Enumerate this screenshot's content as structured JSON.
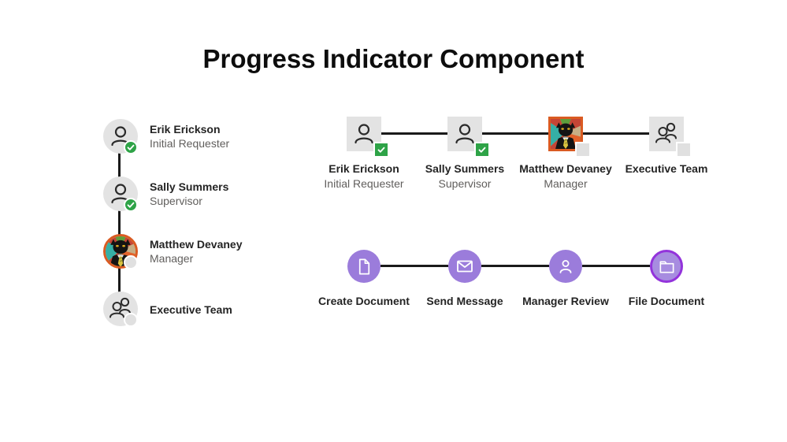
{
  "title": "Progress Indicator Component",
  "colors": {
    "accent_purple": "#9B7CDB",
    "accent_purple_ring": "#9333DB",
    "success_green": "#2EA347",
    "avatar_gray": "#E3E3E3",
    "badge_gray": "#E0E0E0",
    "connector_black": "#1A1A1A",
    "name_text": "#242424",
    "role_text": "#605E5C",
    "photo_border_orange": "#DA5B22"
  },
  "vertical_indicator": {
    "steps": [
      {
        "name": "Erik Erickson",
        "role": "Initial Requester",
        "status": "completed",
        "avatar_icon": "person-icon",
        "badge_icon": "checkmark-icon"
      },
      {
        "name": "Sally Summers",
        "role": "Supervisor",
        "status": "completed",
        "avatar_icon": "person-icon",
        "badge_icon": "checkmark-icon"
      },
      {
        "name": "Matthew Devaney",
        "role": "Manager",
        "status": "pending",
        "avatar_icon": "cat-photo",
        "badge_icon": "none"
      },
      {
        "name": "Executive Team",
        "role": "",
        "status": "pending",
        "avatar_icon": "people-icon",
        "badge_icon": "none"
      }
    ]
  },
  "horizontal_people_indicator": {
    "steps": [
      {
        "name": "Erik Erickson",
        "role": "Initial Requester",
        "status": "completed",
        "avatar_icon": "person-icon",
        "badge_icon": "checkmark-icon"
      },
      {
        "name": "Sally Summers",
        "role": "Supervisor",
        "status": "completed",
        "avatar_icon": "person-icon",
        "badge_icon": "checkmark-icon"
      },
      {
        "name": "Matthew Devaney",
        "role": "Manager",
        "status": "pending",
        "avatar_icon": "cat-photo",
        "badge_icon": "none"
      },
      {
        "name": "Executive Team",
        "role": "",
        "status": "pending",
        "avatar_icon": "people-icon",
        "badge_icon": "none"
      }
    ]
  },
  "horizontal_task_indicator": {
    "steps": [
      {
        "label": "Create Document",
        "icon": "document-icon",
        "current": false
      },
      {
        "label": "Send Message",
        "icon": "mail-icon",
        "current": false
      },
      {
        "label": "Manager Review",
        "icon": "person-icon",
        "current": false
      },
      {
        "label": "File Document",
        "icon": "folder-icon",
        "current": true
      }
    ]
  }
}
